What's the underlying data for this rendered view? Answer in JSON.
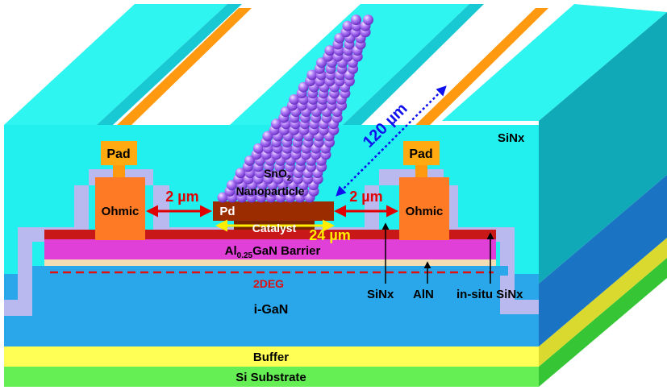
{
  "layers": {
    "si_substrate": "Si Substrate",
    "buffer": "Buffer",
    "i_gan": "i-GaN",
    "two_deg": "2DEG",
    "barrier_prefix": "Al",
    "barrier_sub": "0.25",
    "barrier_suffix": "GaN Barrier",
    "sinx_top": "SiNx"
  },
  "contacts": {
    "pad_left": "Pad",
    "pad_right": "Pad",
    "ohmic_left": "Ohmic",
    "ohmic_right": "Ohmic",
    "pd": "Pd",
    "catalyst": "Catalyst"
  },
  "sensing": {
    "sno2_prefix": "SnO",
    "sno2_sub": "2",
    "nanoparticle": "Nanoparticle"
  },
  "dimensions": {
    "gap_left": "2 µm",
    "gap_right": "2 µm",
    "width": "24 µm",
    "length": "120 µm"
  },
  "callouts": {
    "sinx": "SiNx",
    "aln": "AlN",
    "insitu": "in-situ SiNx"
  },
  "colors": {
    "cyan": "#22f0ef",
    "cyan_dark": "#14b8c4",
    "gan": "#29a7ea",
    "gan_side": "#1b73c4",
    "buffer": "#ffff55",
    "substrate": "#66ee55",
    "barrier": "#e040d8",
    "cap": "#c91818",
    "ohmic": "#ff7a24",
    "pad": "#ffaa10",
    "passivation": "#b9b9f0",
    "pd": "#9b2c00",
    "particle": "#a35cf2"
  }
}
